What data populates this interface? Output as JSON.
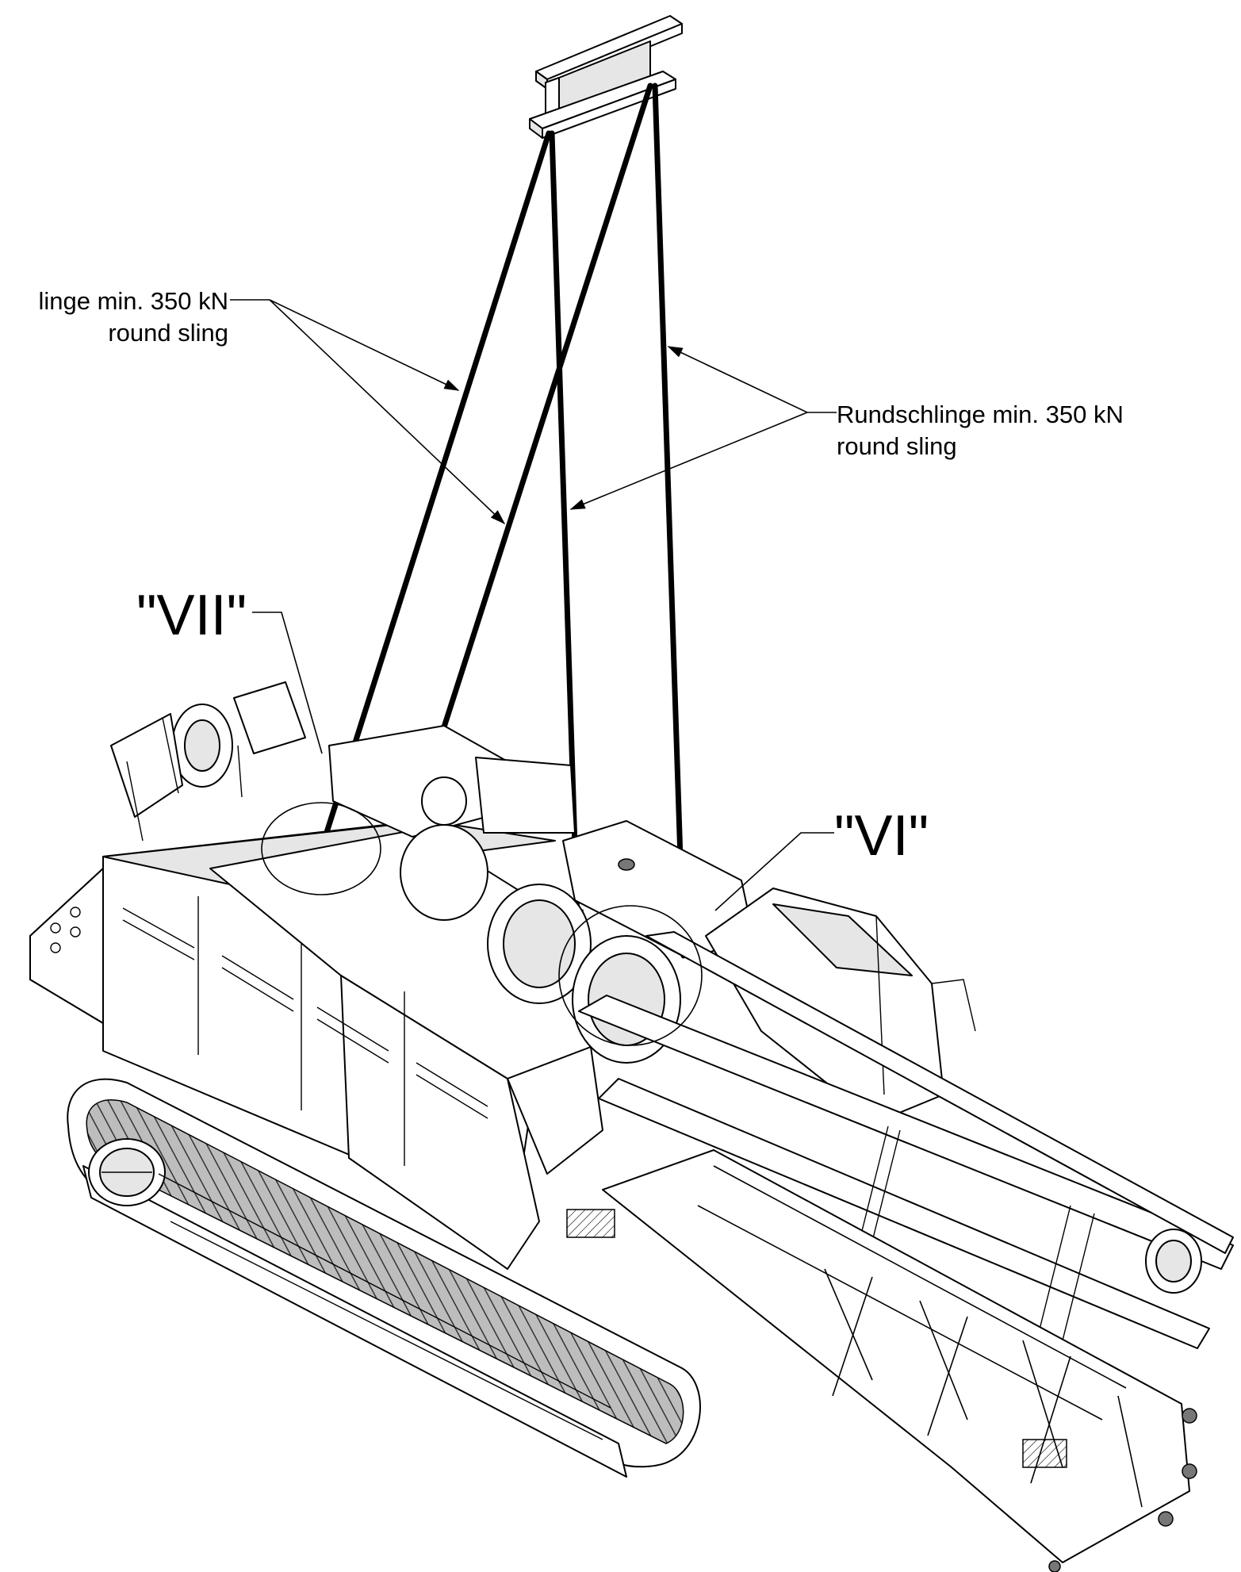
{
  "diagram": {
    "callouts": {
      "left_sling_line1": "linge min. 350 kN",
      "left_sling_line2": "round sling",
      "right_sling_line1": "Rundschlinge min. 350 kN",
      "right_sling_line2": "round sling",
      "detail_vii": "\"VII\"",
      "detail_vi": "\"VI\""
    }
  }
}
